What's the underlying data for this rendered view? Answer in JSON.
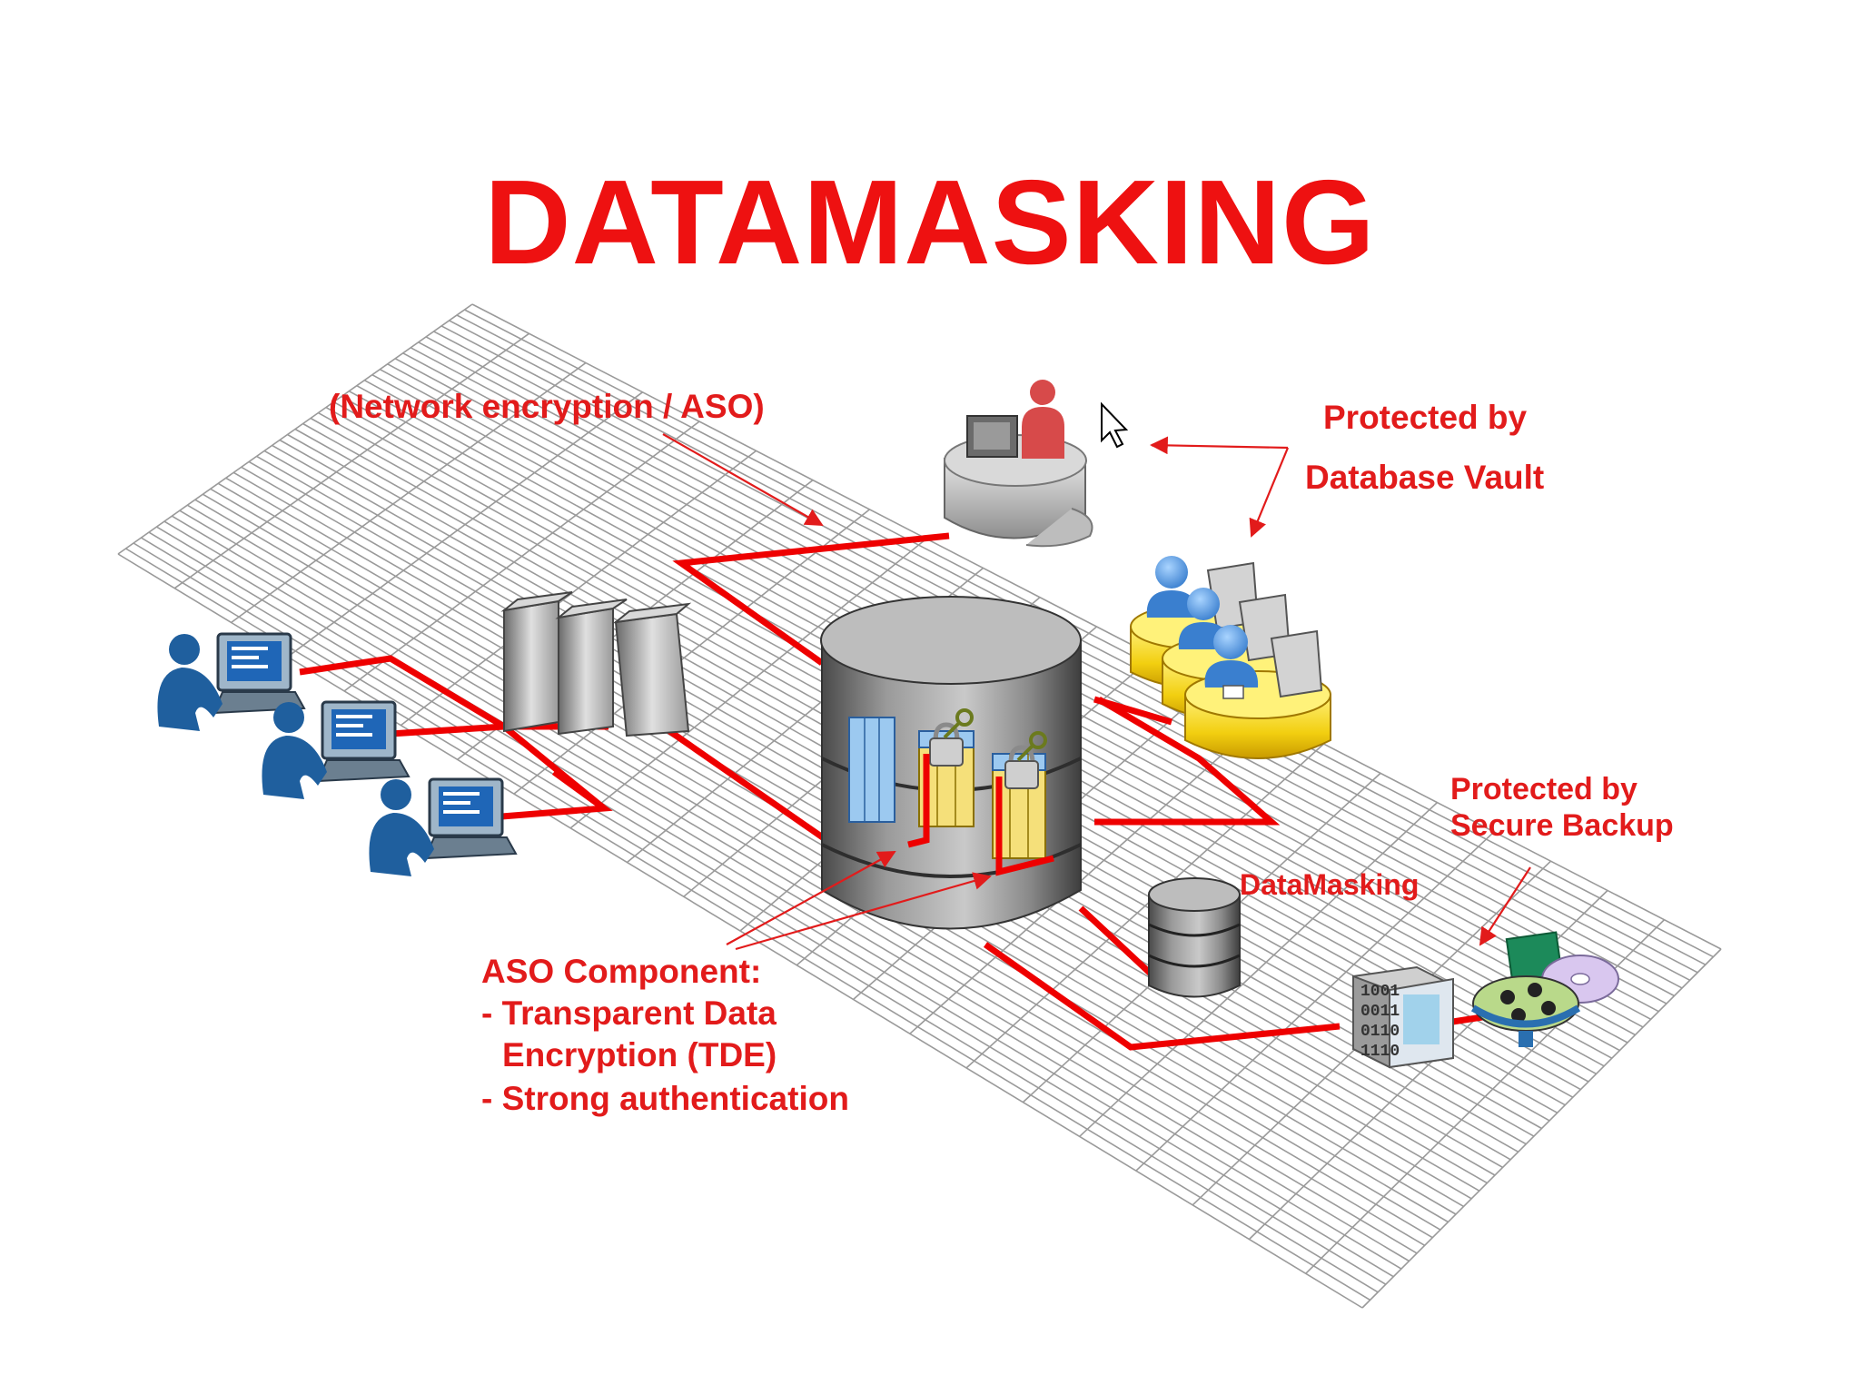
{
  "title": "DATAMASKING",
  "labels": {
    "network_encryption": "(Network encryption / ASO)",
    "vault_line1": "Protected by",
    "vault_line2": "Database Vault",
    "backup_line1": "Protected by",
    "backup_line2": "Secure Backup",
    "datamasking": "DataMasking",
    "aso_line1": "ASO Component:",
    "aso_line2": "- Transparent Data",
    "aso_line3": "Encryption (TDE)",
    "aso_line4": "- Strong authentication"
  },
  "tape_bits": [
    "1001",
    "0011",
    "0110",
    "1110"
  ],
  "colors": {
    "title": "#ee1111",
    "accent_red": "#ee0000",
    "user_blue": "#1f5f9e",
    "admin_red": "#d74a4a",
    "desk_yellow": "#f2cf10",
    "grid": "#9a9a9a"
  },
  "icons": {
    "users": "person-at-computer-icon",
    "app_servers": "server-tower-icon",
    "admin": "admin-workstation-icon",
    "dba": "dba-workstation-icon",
    "database": "database-cylinder-icon",
    "masked_db": "masked-database-icon",
    "tape": "tape-library-icon",
    "backup": "backup-reel-icon",
    "cursor": "mouse-cursor-icon"
  }
}
